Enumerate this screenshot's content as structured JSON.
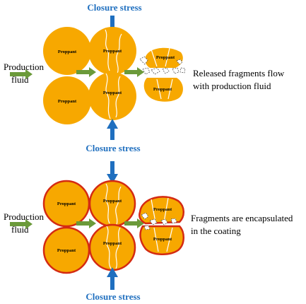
{
  "colors": {
    "proppant_fill": "#f7a800",
    "coated_border": "#d42a12",
    "stress_arrow": "#1f6fbf",
    "flow_arrow": "#6b9a3a",
    "crack": "#ffffff"
  },
  "top_panel": {
    "closure_stress_top": "Closure stress",
    "closure_stress_bottom": "Closure stress",
    "production_label": "Production",
    "fluid_label": "fluid",
    "proppant_labels": [
      "Proppant",
      "Proppant",
      "Proppant",
      "Proppant",
      "Proppant",
      "Proppant"
    ],
    "description_line1": "Released fragments flow",
    "description_line2": "with production fluid"
  },
  "bottom_panel": {
    "closure_stress_bottom": "Closure stress",
    "production_label": "Production",
    "fluid_label": "fluid",
    "proppant_labels": [
      "Proppant",
      "Proppant",
      "Proppant",
      "Proppant",
      "Proppant",
      "Proppant"
    ],
    "description_line1": "Fragments are encapsulated",
    "description_line2": "in the coating"
  }
}
